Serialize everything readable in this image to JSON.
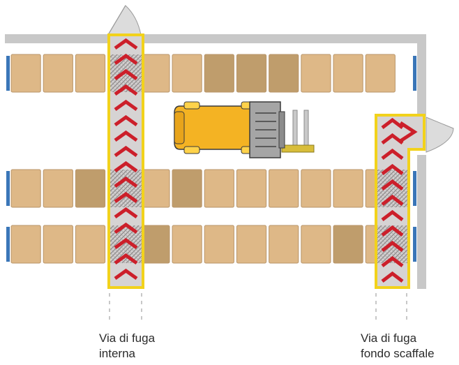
{
  "diagram": {
    "escape_routes": [
      {
        "id": "internal",
        "label_line1": "Via di fuga",
        "label_line2": "interna"
      },
      {
        "id": "rack-end",
        "label_line1": "Via di fuga",
        "label_line2": "fondo scaffale"
      }
    ],
    "colors": {
      "wall": "#c8c8c8",
      "pallet_light": "#deb887",
      "pallet_dark": "#bf9d6c",
      "pallet_border": "#b8956a",
      "rack_upright": "#3a76b8",
      "route_border": "#f2d21b",
      "route_fill": "#d6d3d3",
      "chevron": "#cc1f2a",
      "forklift_body": "#f4b323",
      "forklift_cab": "#9a9a9a",
      "door": "#d8d8d8"
    }
  }
}
